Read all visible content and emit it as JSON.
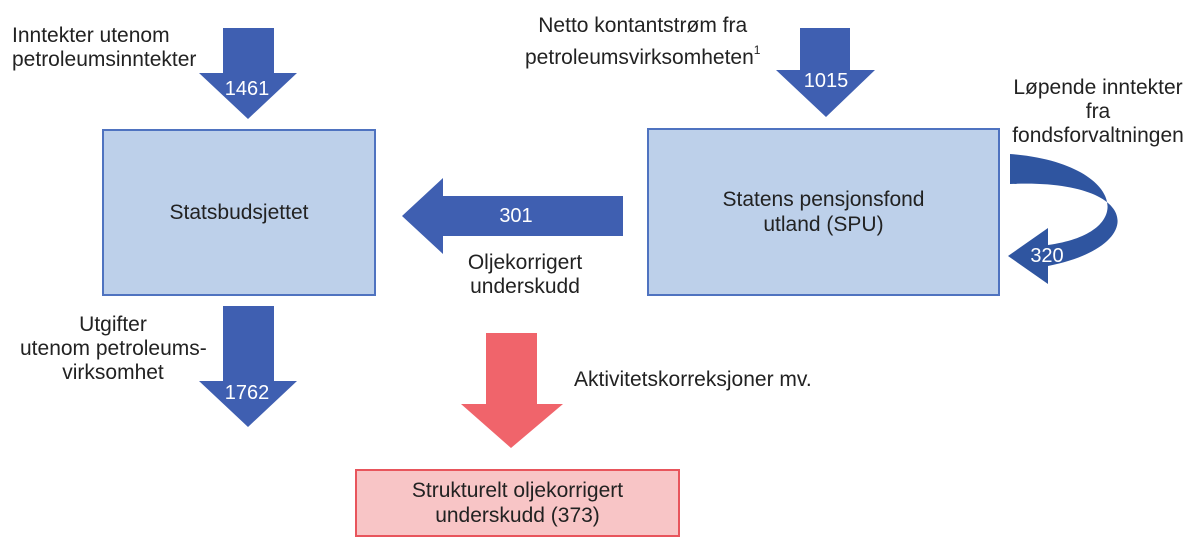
{
  "colors": {
    "blue_arrow": "#3f5fb1",
    "blue_box_fill": "#bdd0ea",
    "blue_box_border": "#4f73c0",
    "red_arrow": "#f0646b",
    "red_box_fill": "#f8c5c6",
    "red_box_border": "#e8555c",
    "curved_arrow": "#2f55a0"
  },
  "nodes": {
    "statsbudsjettet": {
      "label": "Statsbudsjettet"
    },
    "spu": {
      "label_line1": "Statens pensjonsfond",
      "label_line2": "utland (SPU)"
    },
    "strukturelt": {
      "label_line1": "Strukturelt oljekorrigert",
      "label_line2": "underskudd (373)"
    }
  },
  "flows": {
    "inntekter": {
      "line1": "Inntekter utenom",
      "line2": "petroleumsinntekter",
      "value": "1461"
    },
    "netto": {
      "line1": "Netto kontantstrøm fra",
      "line2": "petroleumsvirksomheten",
      "footnote": "1",
      "value": "1015"
    },
    "lopende": {
      "line1": "Løpende inntekter",
      "line2": "fra",
      "line3": "fondsforvaltningen",
      "value": "320"
    },
    "oljekorrigert": {
      "line1": "Oljekorrigert",
      "line2": "underskudd",
      "value": "301"
    },
    "utgifter": {
      "line1": "Utgifter",
      "line2": "utenom petroleums-",
      "line3": "virksomhet",
      "value": "1762"
    },
    "aktivitet": {
      "label": "Aktivitetskorreksjoner mv."
    }
  }
}
